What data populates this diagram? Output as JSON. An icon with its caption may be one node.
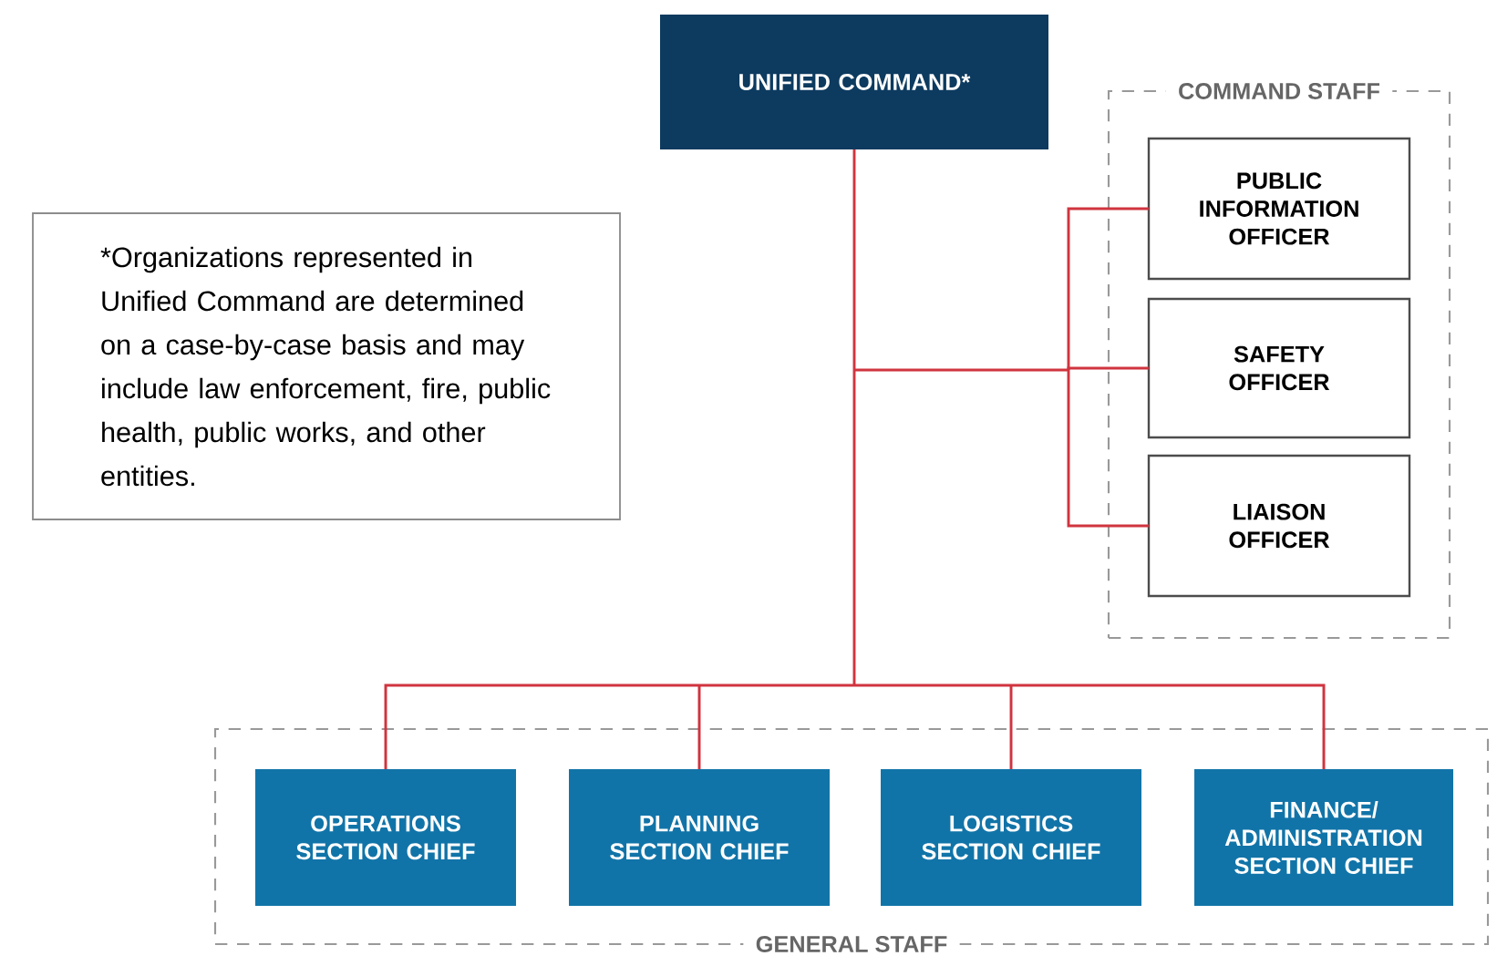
{
  "diagram": {
    "nodes": [
      {
        "text": [
          "UNIFIED COMMAND*"
        ]
      },
      {
        "text": [
          "COMMAND STAFF"
        ]
      },
      {
        "text": [
          "PUBLIC INFORMATION OFFICER"
        ],
        "in": 1
      },
      {
        "text": [
          "SAFETY OFFICER"
        ],
        "in": 1
      },
      {
        "text": [
          "LIAISON OFFICER"
        ],
        "in": 1
      },
      {
        "text": [
          "*Organizations represented in Unified Command are determined on a case-by-case basis and may include law enforcement, fire, public health, public works, and other entities."
        ]
      },
      {
        "text": [
          "GENERAL STAFF"
        ]
      },
      {
        "text": [
          "OPERATIONS SECTION CHIEF"
        ],
        "in": 6
      },
      {
        "text": [
          "PLANNING SECTION CHIEF"
        ],
        "in": 6
      },
      {
        "text": [
          "LOGISTICS SECTION CHIEF"
        ],
        "in": 6
      },
      {
        "text": [
          "FINANCE/ ADMINISTRATION SECTION CHIEF"
        ],
        "in": 6
      }
    ],
    "edges": [
      {
        "from": 0,
        "to": 2,
        "arrow": "none"
      },
      {
        "from": 0,
        "to": 3,
        "arrow": "none"
      },
      {
        "from": 0,
        "to": 4,
        "arrow": "none"
      },
      {
        "from": 0,
        "to": 7,
        "arrow": "none"
      },
      {
        "from": 0,
        "to": 8,
        "arrow": "none"
      },
      {
        "from": 0,
        "to": 9,
        "arrow": "none"
      },
      {
        "from": 0,
        "to": 10,
        "arrow": "none"
      }
    ]
  }
}
